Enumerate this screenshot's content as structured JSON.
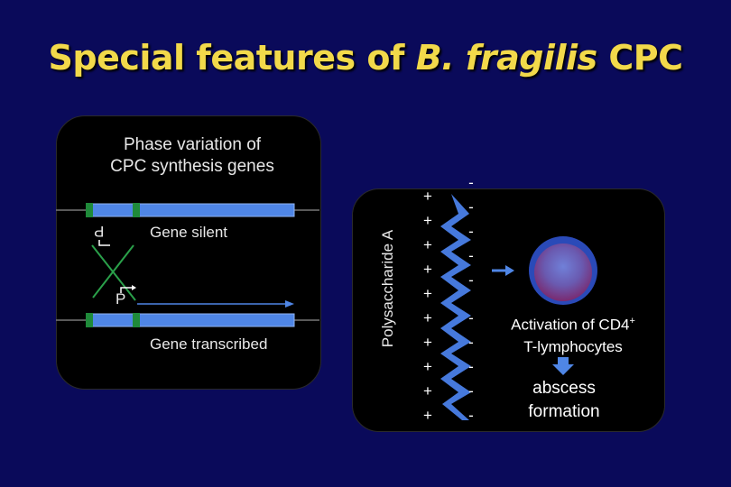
{
  "title": {
    "prefix": "Special features of ",
    "italic": "B. fragilis",
    "suffix": " CPC"
  },
  "left_panel": {
    "heading_line1": "Phase variation of",
    "heading_line2": "CPC synthesis genes",
    "gene_silent": "Gene silent",
    "gene_transcribed": "Gene transcribed",
    "promoter_flipped": "P",
    "promoter": "P"
  },
  "right_panel": {
    "y_label": "Polysaccharide A",
    "plus_charges": [
      "+",
      "+",
      "+",
      "+",
      "+",
      "+",
      "+",
      "+",
      "+",
      "+"
    ],
    "minus_charges": [
      "-",
      "-",
      "-",
      "-",
      "-",
      "-",
      "-",
      "-",
      "-",
      "-"
    ],
    "activation_line1": "Activation of CD4",
    "activation_sup": "+",
    "activation_line2": "T-lymphocytes",
    "abscess_line1": "abscess",
    "abscess_line2": "formation"
  },
  "colors": {
    "background": "#0a0a5a",
    "title": "#f2d94a",
    "gene_bar": "#4f86e6",
    "marker": "#1f8a3a",
    "cross": "#2aa04a",
    "arrow": "#4f86e6",
    "cell_outer": "#3c62c8",
    "cell_inner": "#6a3a8c",
    "lightning": "#4a80e8"
  }
}
